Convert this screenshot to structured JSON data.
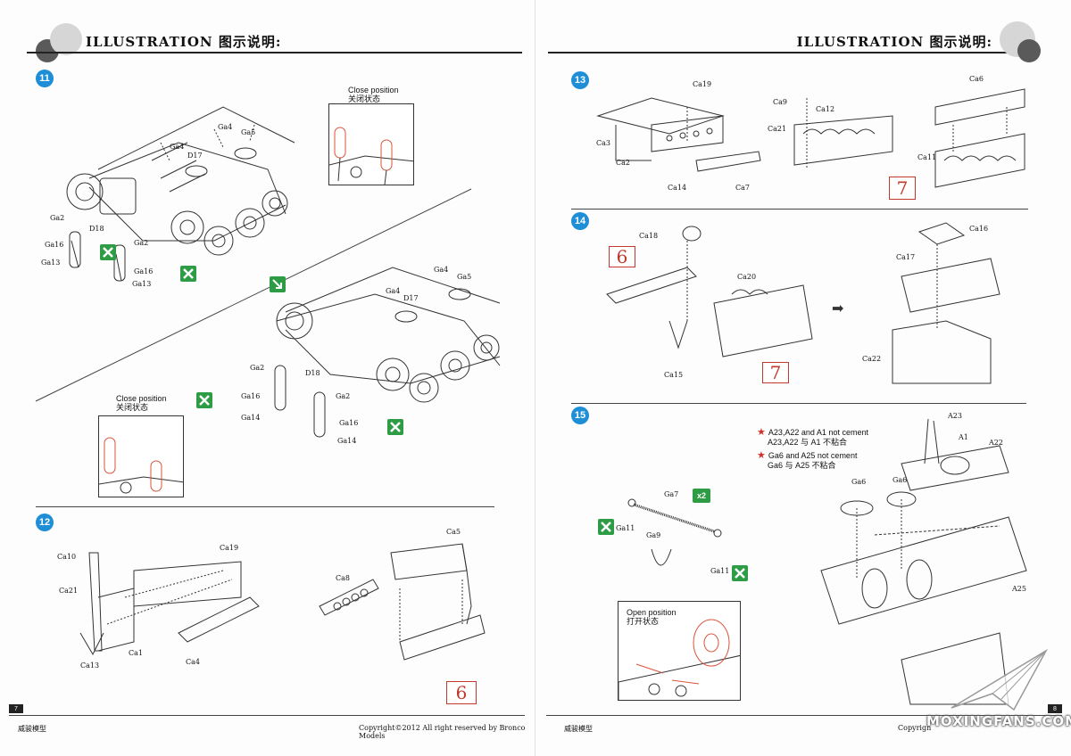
{
  "header": {
    "title": "ILLUSTRATION 图示说明:"
  },
  "steps": {
    "s11": {
      "number": "11",
      "inset_caption_en": "Close position",
      "inset_caption_cn": "关闭状态",
      "inset2_caption_en": "Close position",
      "inset2_caption_cn": "关闭状态",
      "labels": [
        "Ga4",
        "Ga5",
        "Ga4",
        "D17",
        "Ga2",
        "D18",
        "Ga16",
        "Ga13",
        "Ga2",
        "Ga16",
        "Ga13",
        "Ga4",
        "Ga5",
        "Ga4",
        "D17",
        "Ga2",
        "D18",
        "Ga16",
        "Ga14",
        "Ga2",
        "Ga16",
        "Ga14"
      ]
    },
    "s12": {
      "number": "12",
      "labels": [
        "Ca10",
        "Ca19",
        "Ca21",
        "Ca13",
        "Ca1",
        "Ca4",
        "Ca5",
        "Ca8"
      ],
      "ref": "6"
    },
    "s13": {
      "number": "13",
      "labels": [
        "Ca19",
        "Ca3",
        "Ca2",
        "Ca14",
        "Ca7",
        "Ca9",
        "Ca12",
        "Ca21",
        "Ca6",
        "Ca11"
      ],
      "ref": "7"
    },
    "s14": {
      "number": "14",
      "labels": [
        "Ca18",
        "Ca20",
        "Ca15",
        "Ca16",
        "Ca17",
        "Ca22"
      ],
      "ref_a": "6",
      "ref_b": "7"
    },
    "s15": {
      "number": "15",
      "notes": [
        {
          "en": "A23,A22 and A1 not cement",
          "cn": "A23,A22 与 A1 不粘合"
        },
        {
          "en": "Ga6 and A25 not cement",
          "cn": "Ga6 与 A25 不粘合"
        }
      ],
      "labels": [
        "A23",
        "A1",
        "A22",
        "Ga6",
        "Ga6",
        "A25",
        "Ga7",
        "Ga11",
        "Ga9",
        "Ga11"
      ],
      "multiplier": "x2",
      "inset_caption_en": "Open position",
      "inset_caption_cn": "打开状态"
    }
  },
  "footer": {
    "left_page_number": "7",
    "right_page_number": "8",
    "left_brand": "威骏模型",
    "right_brand": "威骏模型",
    "copyright": "Copyright©2012  All right reserved by Bronco Models",
    "copyright_right": "Copyrigh"
  },
  "watermark": "MOXINGFANS.COM",
  "colors": {
    "step_badge": "#1e8ed6",
    "reference_box": "#c0392b",
    "symbol_green": "#2e9b45"
  }
}
